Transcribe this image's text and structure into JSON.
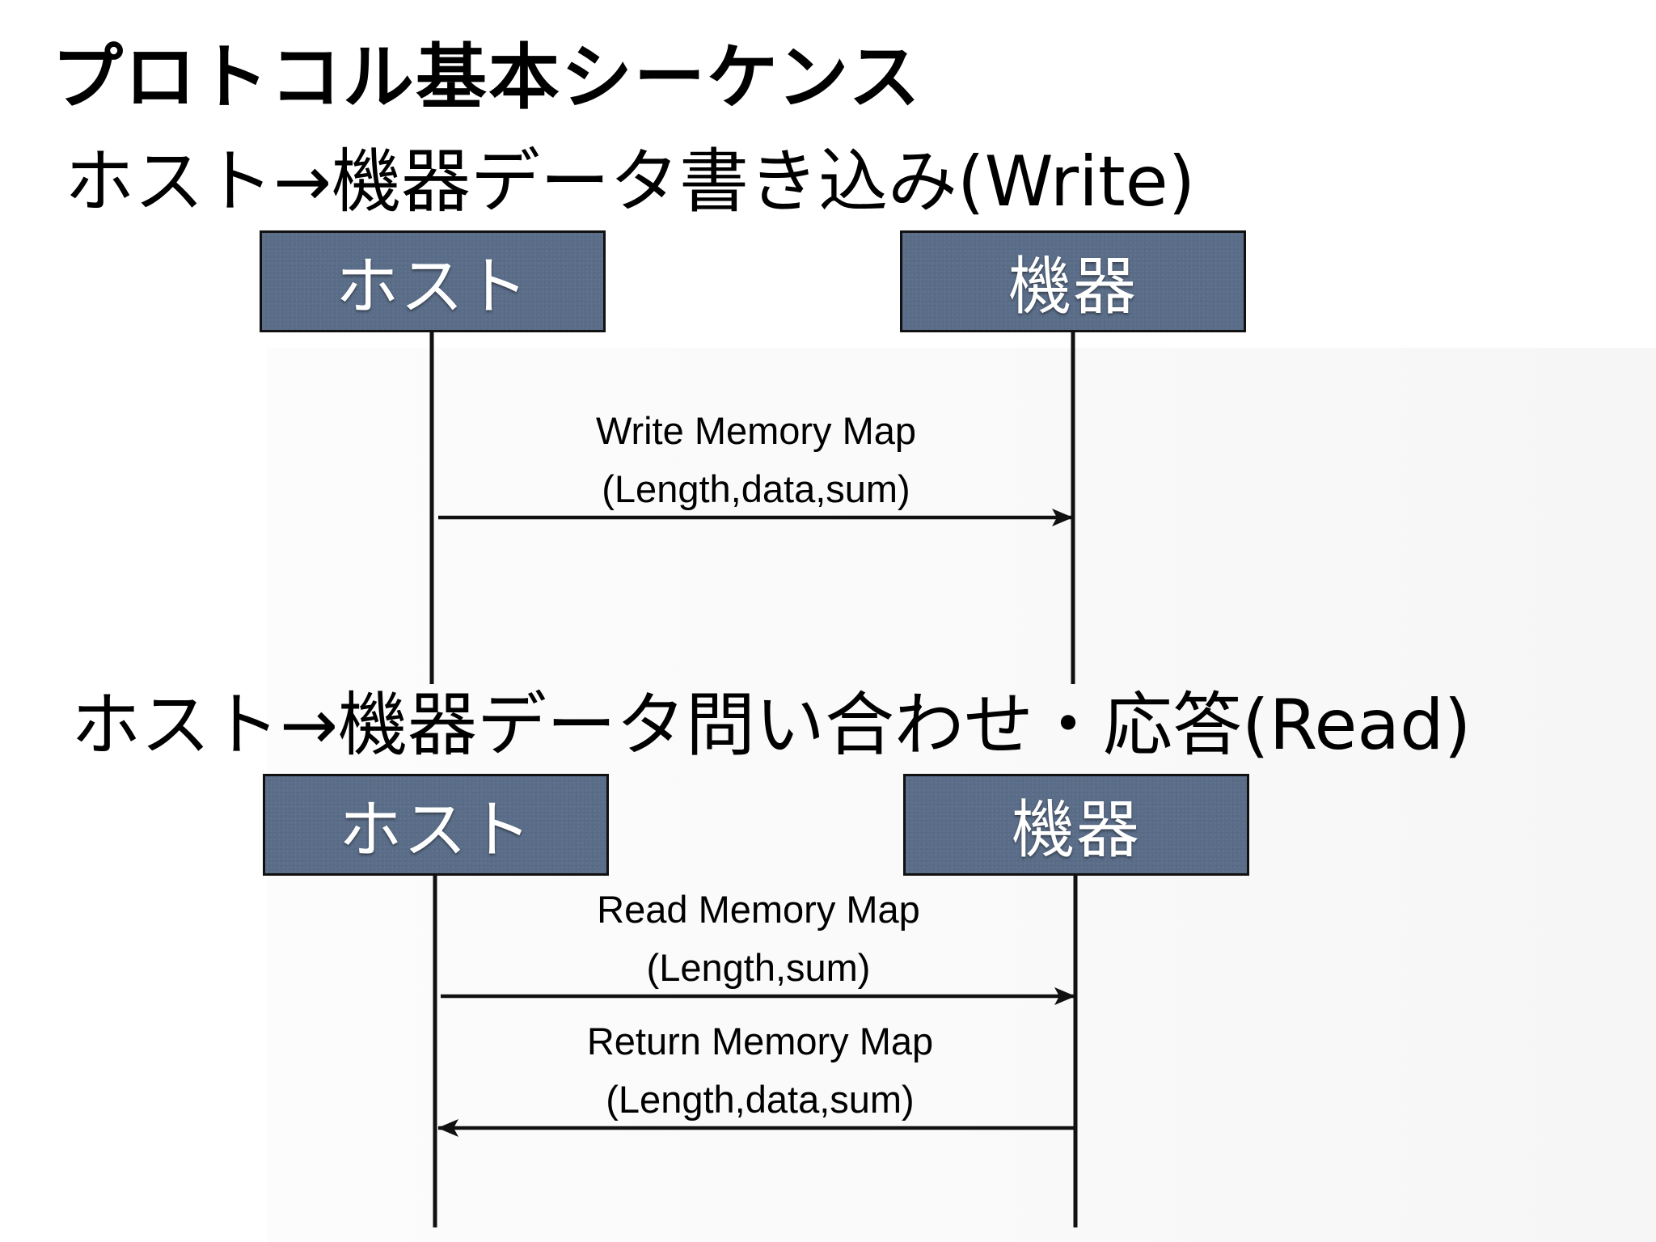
{
  "page": {
    "title": "プロトコル基本シーケンス"
  },
  "write_sequence": {
    "heading": "ホスト→機器データ書き込み(Write)",
    "host_label": "ホスト",
    "device_label": "機器",
    "messages": [
      {
        "line1": "Write Memory Map",
        "line2": "(Length,data,sum)",
        "direction": "host-to-device"
      }
    ]
  },
  "read_sequence": {
    "heading": "ホスト→機器データ問い合わせ・応答(Read)",
    "host_label": "ホスト",
    "device_label": "機器",
    "messages": [
      {
        "line1": "Read Memory Map",
        "line2": "(Length,sum)",
        "direction": "host-to-device"
      },
      {
        "line1": "Return Memory Map",
        "line2": "(Length,data,sum)",
        "direction": "device-to-host"
      }
    ]
  },
  "colors": {
    "actor_fill": "#5a6d88",
    "actor_border": "#111111",
    "line": "#111111",
    "text": "#000000",
    "background": "#ffffff"
  }
}
